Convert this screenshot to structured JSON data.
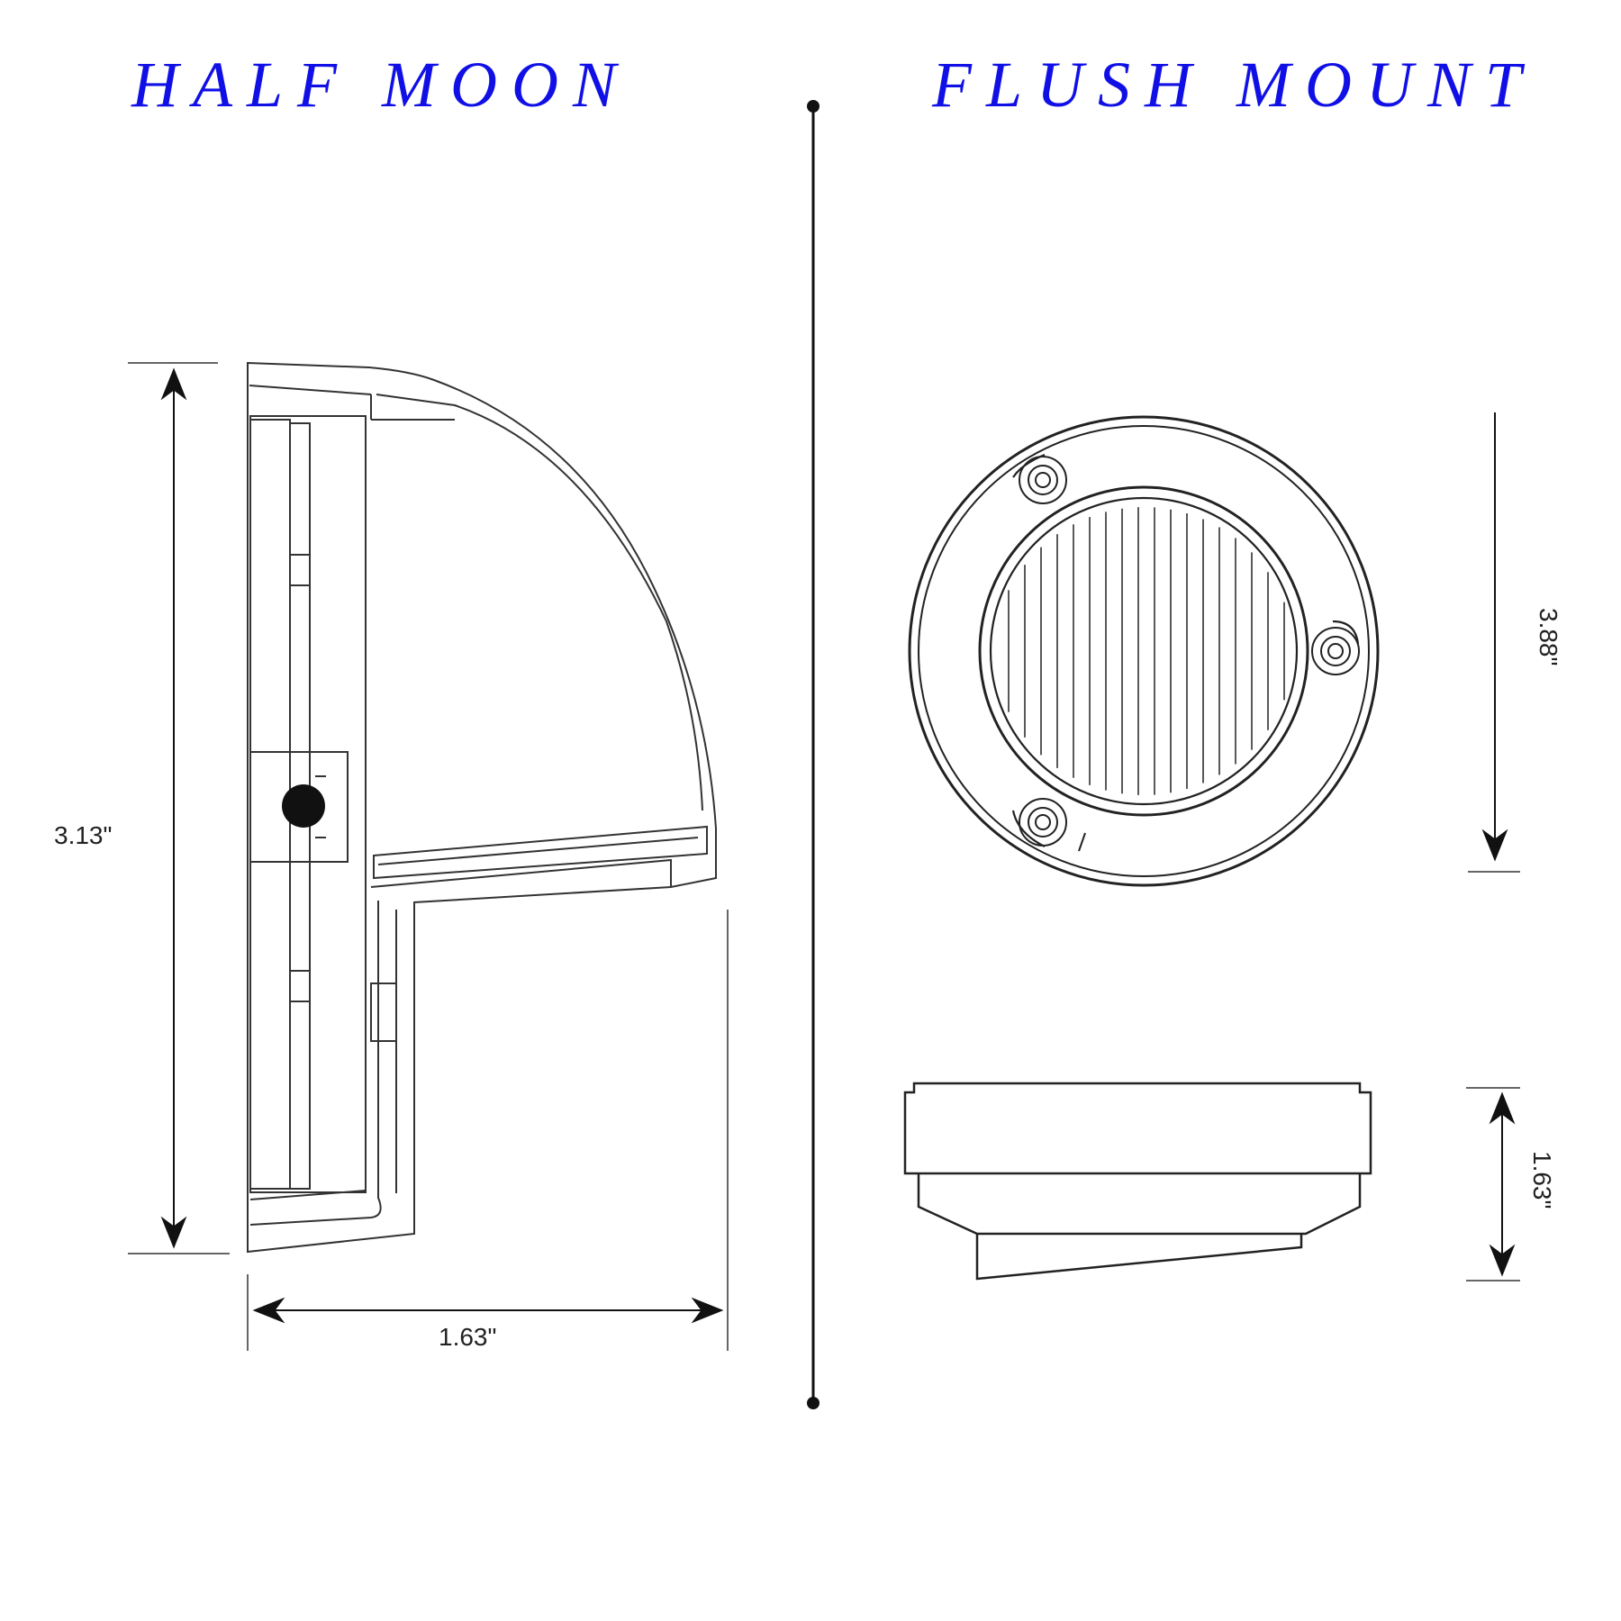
{
  "titles": {
    "left": "HALF MOON",
    "right": "FLUSH MOUNT"
  },
  "half_moon": {
    "height_label": "3.13\"",
    "width_label": "1.63\""
  },
  "flush_mount": {
    "diameter_label": "3.88\"",
    "depth_label": "1.63\""
  },
  "colors": {
    "title": "#1010e6",
    "line": "#222222"
  }
}
